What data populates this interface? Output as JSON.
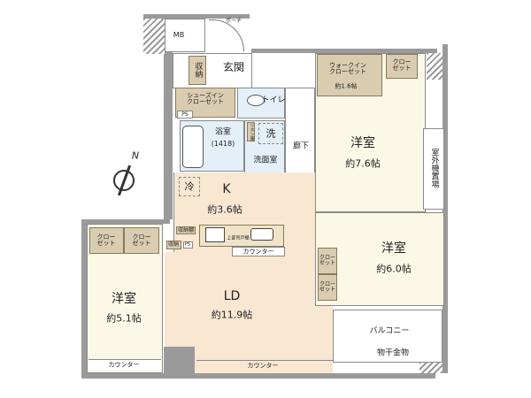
{
  "labels": {
    "mb": "MB",
    "porch": "ポーチ",
    "storage_entry": "収納",
    "entrance": "玄関",
    "shoe_closet": "シューズイン\nクローゼット",
    "toilet": "トイレ",
    "ps": "PS",
    "bath": "浴室",
    "bath_size": "(1418)",
    "linen": "リネン庫",
    "washer": "洗",
    "washroom": "洗面室",
    "corridor": "廊下",
    "fridge": "冷",
    "kitchen": "K",
    "kitchen_size": "約3.6帖",
    "shelf": "収納棚",
    "wall_cabinet": "上部吊戸棚",
    "kitchen_counter": "カウンター",
    "storage_ld": "収納",
    "ps_ld": "PS",
    "ld": "LD",
    "ld_size": "約11.9帖",
    "ld_counter": "カウンター",
    "closet_a": "クロー\nゼット",
    "closet_b": "クロー\nゼット",
    "room_west": "洋室",
    "room_west_size": "約5.1帖",
    "room_west_counter": "カウンター",
    "wic": "ウォークイン\nクローゼット",
    "wic_size": "約1.6帖",
    "closet_c": "クロー\nゼット",
    "room_ne": "洋室",
    "room_ne_size": "約7.6帖",
    "outdoor_unit": "室外機置場",
    "closet_d": "クロー\nゼット",
    "closet_e": "クロー\nゼット",
    "room_e": "洋室",
    "room_e_size": "約6.0帖",
    "balcony": "バルコニー",
    "drying_rack": "物干金物",
    "north": "N"
  },
  "colors": {
    "wall": "#9a9a9a",
    "room": "#fbf8e6",
    "ldk": "#f9e7d2",
    "storage": "#d9ccb0",
    "wet": "#e4eff8"
  }
}
